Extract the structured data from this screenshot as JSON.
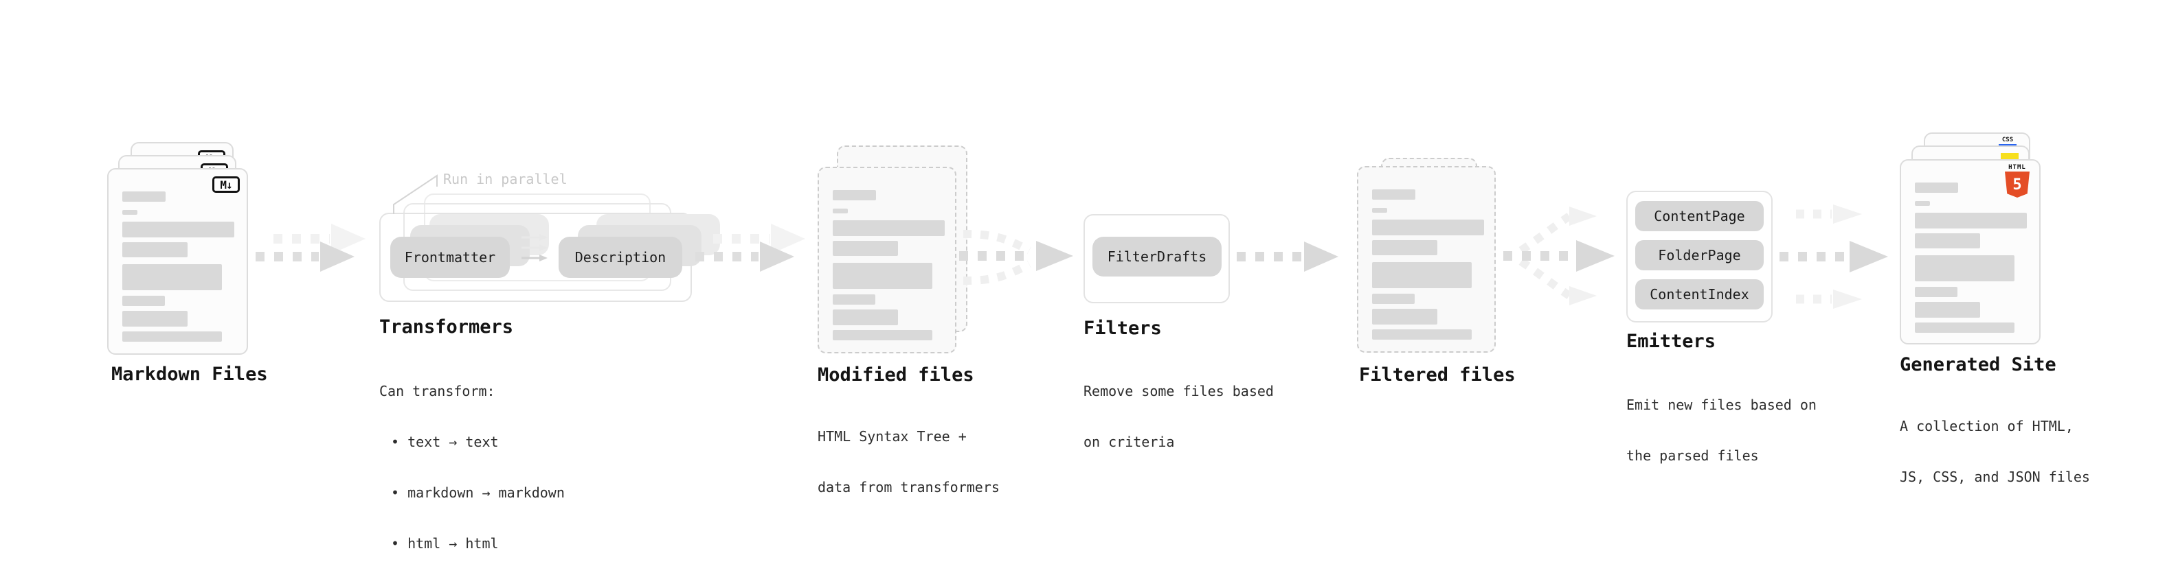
{
  "diagram": {
    "markdown_files": {
      "label": "Markdown Files",
      "badge": "M↓"
    },
    "transformers": {
      "annotation": "Run in parallel",
      "box1": "Frontmatter",
      "box2": "Description",
      "title": "Transformers",
      "desc_lines": [
        "Can transform:",
        "• text → text",
        "• markdown → markdown",
        "• html → html"
      ]
    },
    "modified_files": {
      "title": "Modified files",
      "desc_lines": [
        "HTML Syntax Tree +",
        "data from transformers"
      ]
    },
    "filters": {
      "box": "FilterDrafts",
      "title": "Filters",
      "desc_lines": [
        "Remove some files based",
        "on criteria"
      ]
    },
    "filtered_files": {
      "title": "Filtered files"
    },
    "emitters": {
      "boxes": [
        "ContentPage",
        "FolderPage",
        "ContentIndex"
      ],
      "title": "Emitters",
      "desc_lines": [
        "Emit new files based on",
        "the parsed files"
      ]
    },
    "generated_site": {
      "title": "Generated Site",
      "desc_lines": [
        "A collection of HTML,",
        "JS, CSS, and JSON files"
      ],
      "badge_html_word": "HTML",
      "badge_html_number": "5",
      "badge_css": "CSS"
    },
    "colors": {
      "html5_orange": "#e44d26",
      "js_yellow": "#f7df1e",
      "css_blue": "#2965f1",
      "arrow_gray": "#d9d9d9",
      "pill_gray": "#d7d7d7"
    }
  }
}
